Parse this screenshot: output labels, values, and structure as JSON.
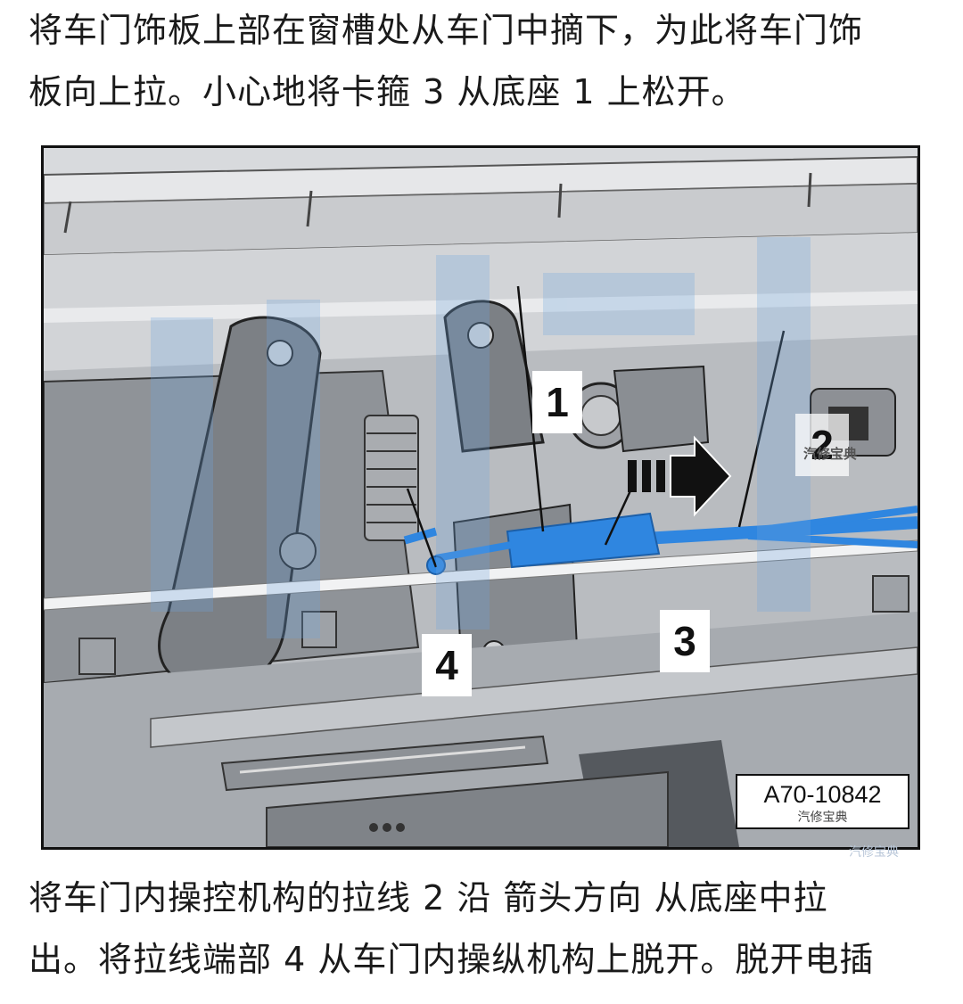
{
  "paragraph_top": {
    "line1": "将车门饰板上部在窗槽处从车门中摘下，为此将车门饰",
    "line2": "板向上拉。小心地将卡箍 3 从底座 1 上松开。"
  },
  "figure": {
    "callouts": {
      "c1": "1",
      "c2": "2",
      "c3": "3",
      "c4": "4"
    },
    "reference_code": "A70-10842",
    "watermark_label": "汽修宝典",
    "colors": {
      "cable": "#2f86e0",
      "background": "#b9bcc0",
      "arrow": "#1a1a1a"
    }
  },
  "paragraph_bottom": {
    "line1": "将车门内操控机构的拉线 2 沿 箭头方向 从底座中拉",
    "line2": "出。将拉线端部 4 从车门内操纵机构上脱开。脱开电插"
  }
}
